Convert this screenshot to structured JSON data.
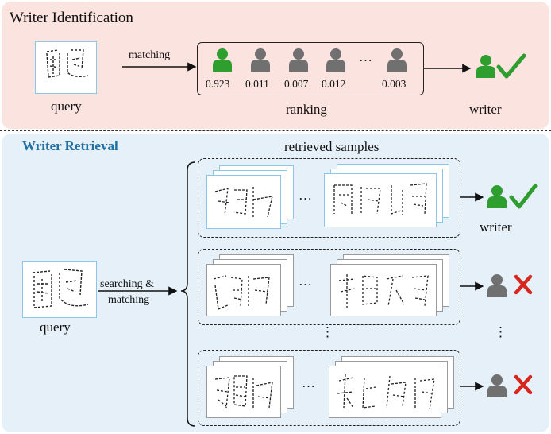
{
  "identification": {
    "title": "Writer Identification",
    "query_label": "query",
    "arrow_label": "matching",
    "scores": [
      "0.923",
      "0.011",
      "0.007",
      "0.012",
      "0.003"
    ],
    "ellipsis": "…",
    "ranking_label": "ranking",
    "writer_label": "writer"
  },
  "retrieval": {
    "title": "Writer Retrieval",
    "header": "retrieved samples",
    "query_label": "query",
    "arrow_label_1": "searching &",
    "arrow_label_2": "matching",
    "ellipsis": "…",
    "vertical_ellipsis": "⋮",
    "writer_label": "writer",
    "rows": [
      {
        "result": "match"
      },
      {
        "result": "no-match"
      },
      {
        "result": "no-match"
      }
    ]
  },
  "colors": {
    "top_bg": "#fbe3df",
    "bottom_bg": "#e6f0f8",
    "title_blue": "#1f6fa3",
    "green": "#2e9e2e",
    "gray": "#707070",
    "red": "#d9261c",
    "card_border": "#8cc8e6"
  },
  "icons": [
    "person-icon",
    "check-icon",
    "cross-icon",
    "arrow-icon",
    "brace-icon"
  ]
}
